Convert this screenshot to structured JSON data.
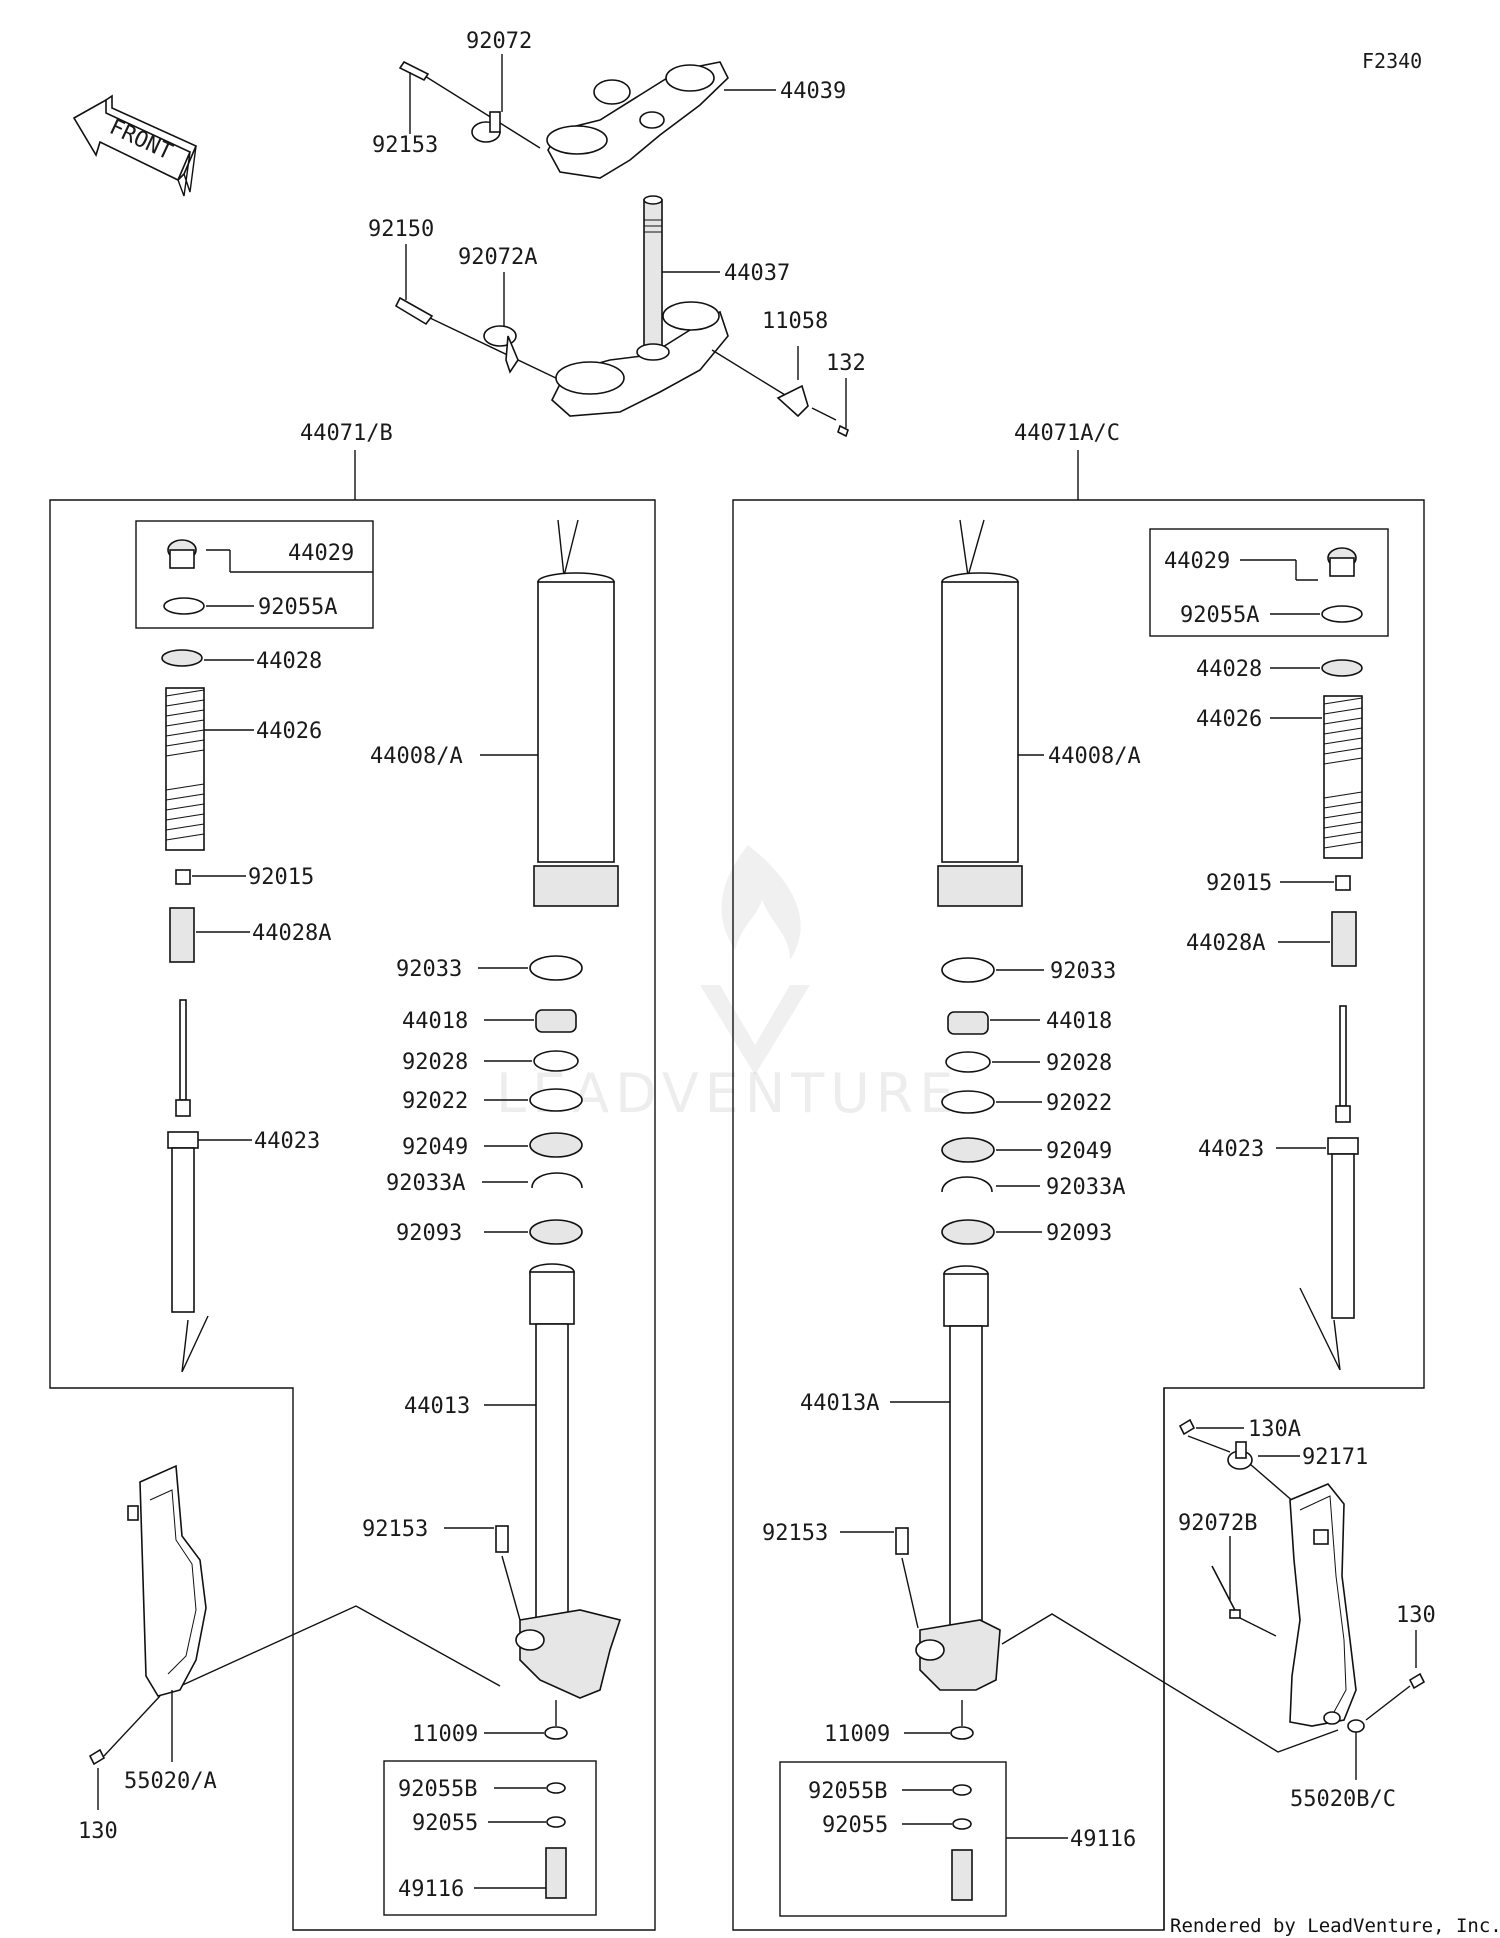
{
  "figure_code": "F2340",
  "front_arrow_label": "FRONT",
  "watermark": "LEADVENTURE",
  "credit": "Rendered by LeadVenture, Inc.",
  "top_labels": {
    "l92072": "92072",
    "l92153_top": "92153",
    "l44039": "44039",
    "l92150": "92150",
    "l92072A": "92072A",
    "l44037": "44037",
    "l11058": "11058",
    "l132": "132"
  },
  "left_assembly": {
    "title": "44071/B",
    "labels": {
      "l44029": "44029",
      "l92055A": "92055A",
      "l44028": "44028",
      "l44026": "44026",
      "l92015": "92015",
      "l44028A": "44028A",
      "l44023": "44023",
      "l44008A": "44008/A",
      "l92033": "92033",
      "l44018": "44018",
      "l92028": "92028",
      "l92022": "92022",
      "l92049": "92049",
      "l92033A": "92033A",
      "l92093": "92093",
      "l44013": "44013",
      "l92153": "92153",
      "l11009": "11009",
      "l92055B": "92055B",
      "l92055": "92055",
      "l49116": "49116",
      "l55020A": "55020/A",
      "l130": "130"
    }
  },
  "right_assembly": {
    "title": "44071A/C",
    "labels": {
      "l44029": "44029",
      "l92055A": "92055A",
      "l44028": "44028",
      "l44026": "44026",
      "l92015": "92015",
      "l44028A": "44028A",
      "l44023": "44023",
      "l44008A": "44008/A",
      "l92033": "92033",
      "l44018": "44018",
      "l92028": "92028",
      "l92022": "92022",
      "l92049": "92049",
      "l92033A": "92033A",
      "l92093": "92093",
      "l44013A": "44013A",
      "l92153": "92153",
      "l11009": "11009",
      "l92055B": "92055B",
      "l92055": "92055",
      "l49116": "49116",
      "l130A": "130A",
      "l92171": "92171",
      "l92072B": "92072B",
      "l130": "130",
      "l55020BC": "55020B/C"
    }
  }
}
